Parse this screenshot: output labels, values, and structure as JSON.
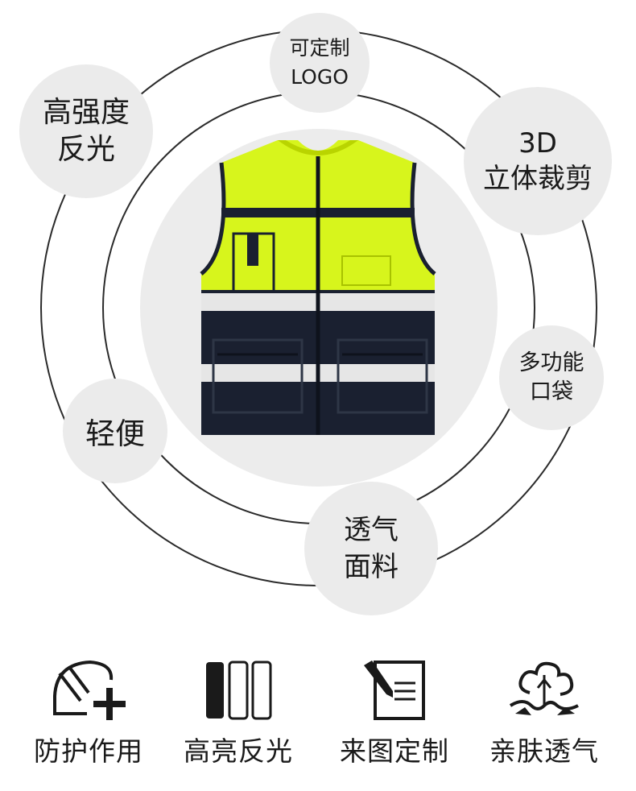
{
  "bubbles": [
    {
      "id": "logo",
      "text": "可定制\nLOGO"
    },
    {
      "id": "reflective",
      "text": "高强度\n反光"
    },
    {
      "id": "cut3d",
      "text": "3D\n立体裁剪"
    },
    {
      "id": "pockets",
      "text": "多功能\n口袋"
    },
    {
      "id": "light",
      "text": "轻便"
    },
    {
      "id": "breathable",
      "text": "透气\n面料"
    }
  ],
  "features": [
    {
      "label": "防护作用",
      "icon": "helmet-plus-icon"
    },
    {
      "label": "高亮反光",
      "icon": "reflective-strips-icon"
    },
    {
      "label": "来图定制",
      "icon": "pen-document-icon"
    },
    {
      "label": "亲肤透气",
      "icon": "cotton-icon"
    }
  ],
  "colors": {
    "vest_yellow": "#d7f51c",
    "vest_navy": "#1a2030",
    "reflective": "#e6e6e6",
    "bubble": "#ebebeb"
  }
}
